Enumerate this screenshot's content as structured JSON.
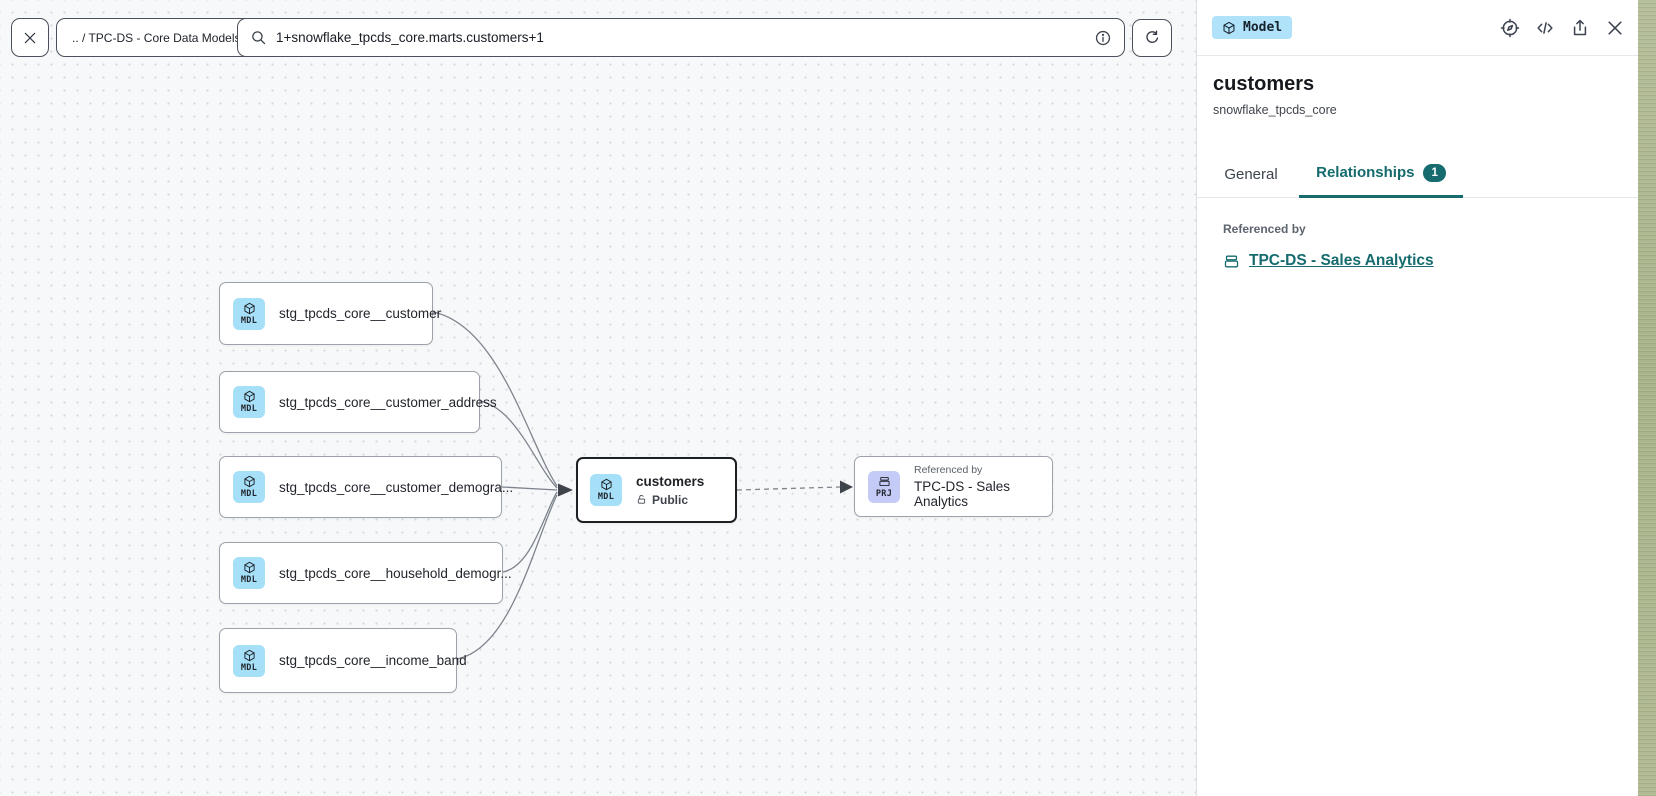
{
  "toolbar": {
    "breadcrumb": ".. / TPC-DS - Core Data Models",
    "search_value": "1+snowflake_tpcds_core.marts.customers+1"
  },
  "canvas": {
    "model_tag": "MDL",
    "project_tag": "PRJ",
    "upstream_nodes": [
      "stg_tpcds_core__customer",
      "stg_tpcds_core__customer_address",
      "stg_tpcds_core__customer_demogra...",
      "stg_tpcds_core__household_demogr...",
      "stg_tpcds_core__income_band"
    ],
    "selected_node": {
      "label": "customers",
      "visibility": "Public"
    },
    "reference_node": {
      "kicker": "Referenced by",
      "label": "TPC-DS - Sales Analytics"
    }
  },
  "panel": {
    "type_badge": "Model",
    "title": "customers",
    "subtitle": "snowflake_tpcds_core",
    "tabs": {
      "general": "General",
      "relationships": "Relationships",
      "relationships_count": "1"
    },
    "referenced_by_heading": "Referenced by",
    "referenced_by_link": "TPC-DS - Sales Analytics"
  },
  "colors": {
    "accent_teal": "#156b6d",
    "model_tile_bg": "#a5dff8",
    "project_tile_bg": "#c5cbf7",
    "model_badge_bg": "#b0e2fa",
    "selected_node_border": "#1d2025",
    "canvas_dot": "#d6d7db"
  }
}
